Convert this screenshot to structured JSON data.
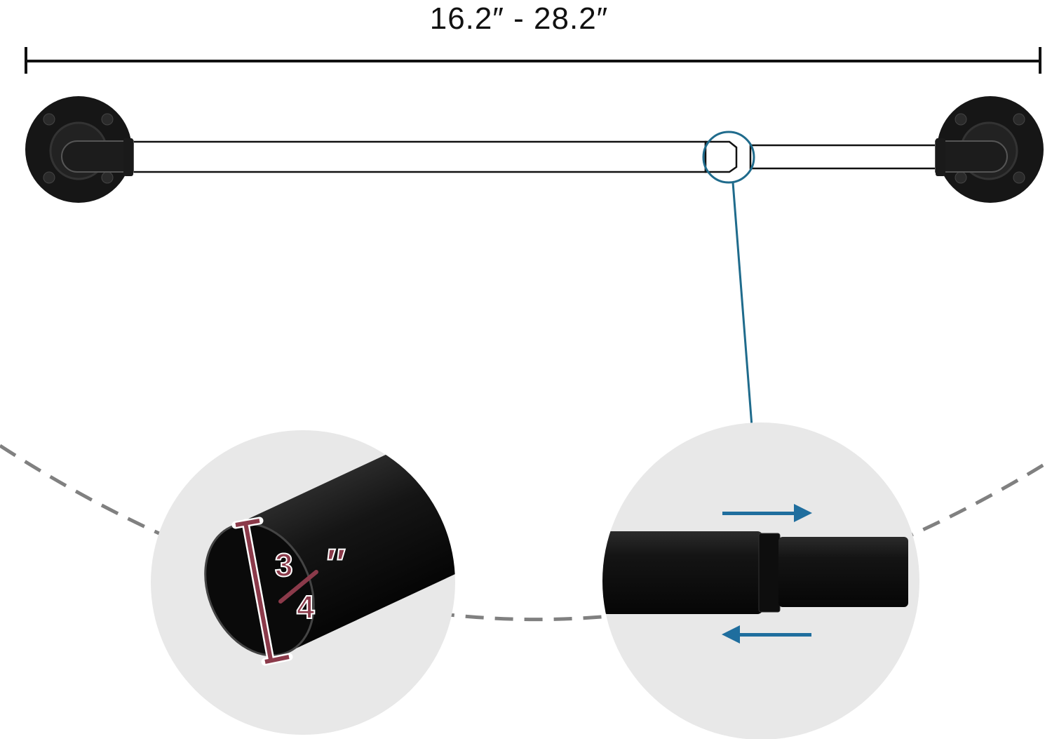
{
  "dimension": {
    "length_range": "16.2″  -  28.2″"
  },
  "detail_diameter": {
    "numerator": "3",
    "denominator": "4",
    "unit": "″"
  },
  "colors": {
    "diameter_marker": "#8b3a4a",
    "callout": "#1f6b8c",
    "arrows": "#1f6e9e",
    "rod": "#111111",
    "detail_bg": "#e8e8e8",
    "dashed_arc": "#808080"
  },
  "icons": {
    "extend_arrow": "arrow-right",
    "retract_arrow": "arrow-left"
  }
}
